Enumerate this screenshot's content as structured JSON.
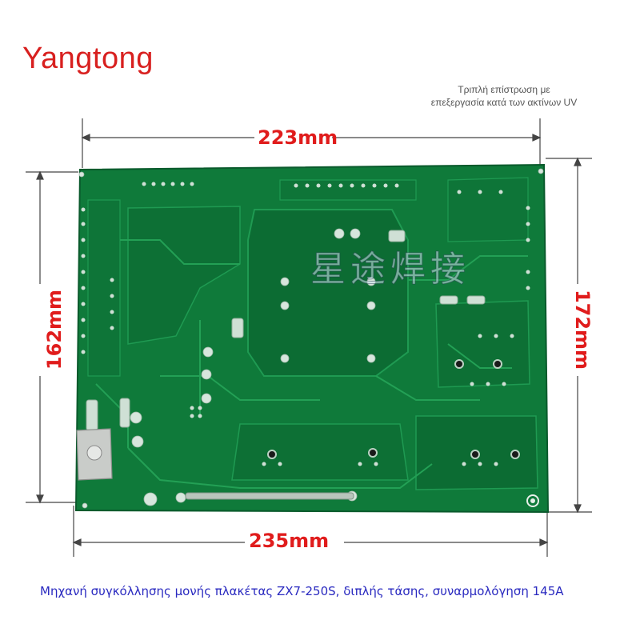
{
  "brand": {
    "name": "Yangtong"
  },
  "note": {
    "line1": "Τριπλή επίστρωση με",
    "line2": "επεξεργασία κατά των ακτίνων UV"
  },
  "dimensions": {
    "top": "223mm",
    "bottom": "235mm",
    "left": "162mm",
    "right": "172mm"
  },
  "watermark": "星途焊接",
  "caption": "Μηχανή συγκόλλησης μονής πλακέτας ZX7-250S, διπλής τάσης, συναρμολόγηση 145A",
  "colors": {
    "board": "#0f7a3a",
    "board_dark": "#0a6530",
    "board_light": "#1c8c48",
    "trace": "#22954f",
    "dimension": "#e01c1c",
    "brand": "#d8201f",
    "caption": "#2a2ac0"
  }
}
